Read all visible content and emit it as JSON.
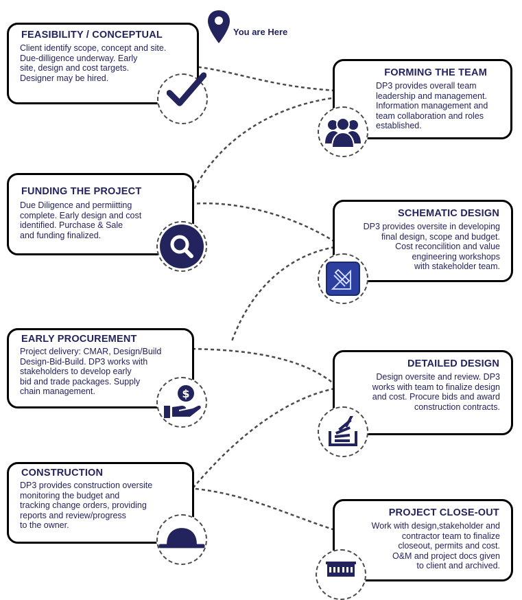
{
  "marker_label": "You are Here",
  "colors": {
    "navy": "#23235e",
    "border": "#000000",
    "dash": "#4a4a4a"
  },
  "stages": [
    {
      "id": "feasibility",
      "title": "FEASIBILITY / CONCEPTUAL",
      "body": "Client identify scope, concept and site.\nDue-dilligence underway. Early\nsite, design and cost targets.\nDesigner may be hired.",
      "icon": "checkmark-icon"
    },
    {
      "id": "forming-team",
      "title": "FORMING THE TEAM",
      "body": "DP3 provides overall team\nleadership and management.\nInformation management and\nteam collaboration and roles\nestablished.",
      "icon": "team-icon"
    },
    {
      "id": "funding",
      "title": "FUNDING THE PROJECT",
      "body": "Due Diligence and permiitting\ncomplete. Early design and cost\nidentified. Purchase & Sale\nand funding finalized.",
      "icon": "search-icon"
    },
    {
      "id": "schematic",
      "title": "SCHEMATIC DESIGN",
      "body": "DP3 provides oversite in developing\nfinal design, scope and budget.\nCost reconcilition and value\nengineering workshops\nwith stakeholder team.",
      "icon": "drafting-tools-icon"
    },
    {
      "id": "procurement",
      "title": "EARLY PROCUREMENT",
      "body": "Project delivery: CMAR, Design/Build\nDesign-Bid-Build. DP3 works with\nstakeholders to develop early\nbid and trade packages. Supply\nchain management.",
      "icon": "money-hand-icon"
    },
    {
      "id": "detailed",
      "title": "DETAILED DESIGN",
      "body": "Design oversite and review. DP3\nworks with team to finalize design\nand  cost. Procure bids and award\nconstruction contracts.",
      "icon": "document-stack-icon"
    },
    {
      "id": "construction",
      "title": "CONSTRUCTION",
      "body": "DP3 provides construction oversite\nmonitoring the budget and\ntracking change orders, providing\nreports and review/progress\nto the owner.",
      "icon": "hard-hat-icon"
    },
    {
      "id": "closeout",
      "title": "PROJECT CLOSE-OUT",
      "body": "Work with design,stakeholder and\ncontractor team  to finalize\ncloseout, permits and cost.\nO&M and project docs given\nto client and archived.",
      "icon": "building-icon"
    }
  ]
}
